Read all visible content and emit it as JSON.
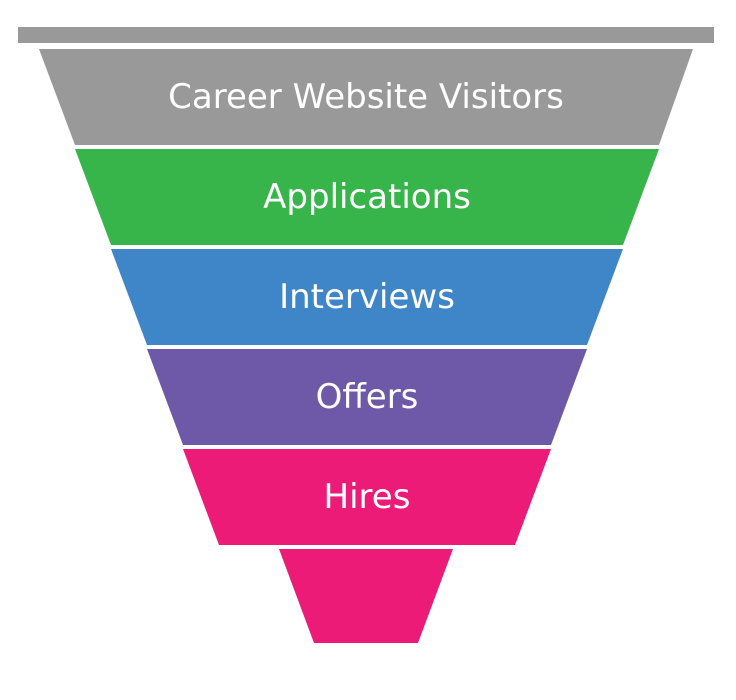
{
  "funnel": {
    "top_bar_color": "#999999",
    "stages": [
      {
        "label": "Career Website Visitors",
        "color": "#999999"
      },
      {
        "label": "Applications",
        "color": "#38b54a"
      },
      {
        "label": "Interviews",
        "color": "#3e86c8"
      },
      {
        "label": "Offers",
        "color": "#6e58a8"
      },
      {
        "label": "Hires",
        "color": "#ec1b78"
      },
      {
        "label": "",
        "color": "#ec1b78"
      }
    ]
  }
}
